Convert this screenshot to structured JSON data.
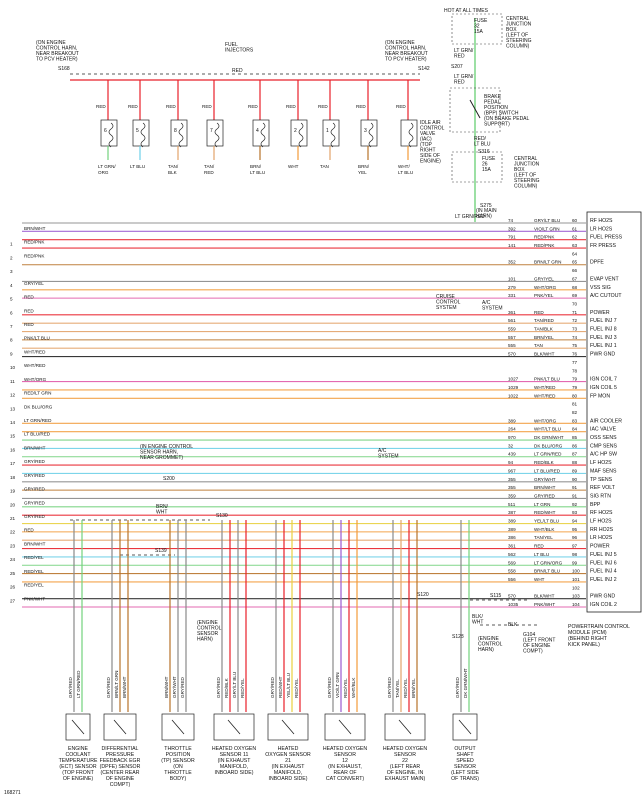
{
  "header": {
    "hot_at_all_times": "HOT AT ALL TIMES",
    "fuse_32": [
      "FUSE",
      "32",
      "15A"
    ],
    "cjb_top": [
      "CENTRAL",
      "JUNCTION",
      "BOX",
      "(LEFT OF",
      "STEERING",
      "COLUMN)"
    ],
    "bpp_switch": [
      "BRAKE",
      "PEDAL",
      "POSITION",
      "(BPP) SWITCH",
      "(ON BRAKE PEDAL",
      "SUPPORT)"
    ],
    "fuse_26": [
      "FUSE",
      "26",
      "15A"
    ],
    "cjb_mid": [
      "CENTRAL",
      "JUNCTION",
      "BOX",
      "(LEFT OF",
      "STEERING",
      "COLUMN)"
    ],
    "fuel_injectors": [
      "FUEL",
      "INJECTORS"
    ],
    "engine_harn_left": [
      "(ON ENGINE",
      "CONTROL HARN,",
      "NEAR BREAKOUT",
      "TO PCV HEATER)"
    ],
    "engine_harn_right": [
      "(ON ENGINE",
      "CONTROL HARN,",
      "NEAR BREAKOUT",
      "TO PCV HEATER)"
    ],
    "iac_valve": [
      "IDLE AIR",
      "CONTROL",
      "VALVE",
      "(IAC)",
      "(TOP",
      "RIGHT",
      "SIDE OF",
      "ENGINE)"
    ],
    "in_main_harn": [
      "(IN MAIN",
      "HARN)"
    ],
    "cruise_control": [
      "CRUISE",
      "CONTROL",
      "SYSTEM"
    ],
    "ac_system": [
      "A/C",
      "SYSTEM"
    ],
    "ac_system_2": [
      "A/C",
      "SYSTEM"
    ],
    "engine_harn_mid": [
      "(IN ENGINE CONTROL",
      "SENSOR HARN,",
      "NEAR GROMMET)"
    ],
    "engine_control_sensor_harn": [
      "(ENGINE",
      "CONTROL",
      "SENSOR",
      "HARN)"
    ],
    "engine_control_harn": [
      "(ENGINE",
      "CONTROL",
      "HARN)"
    ],
    "g104": [
      "G104",
      "(LEFT FRONT",
      "OF ENGINE",
      "COMPT)"
    ],
    "footer": "168271"
  },
  "splices": {
    "s168": "S168",
    "s142": "S142",
    "s207": "S207",
    "s316": "S316",
    "s275": "S275",
    "s200": "S200",
    "s130": "S130",
    "s139": "S139",
    "s115": "S115",
    "s120": "S120",
    "s128": "S128"
  },
  "top_labels": {
    "red": "RED",
    "lt_grn_red": [
      "LT GRN/",
      "RED"
    ],
    "red_lt_blu": [
      "RED/",
      "LT BLU"
    ],
    "lt_grn_red_2": "LT GRN/RED",
    "blk": "BLK",
    "blk_wht": [
      "BLK/",
      "WHT"
    ],
    "brn_wht": [
      "BRN/",
      "WHT"
    ]
  },
  "injectors": [
    {
      "num": "6",
      "wire": "LT GRN/\nORG"
    },
    {
      "num": "5",
      "wire": "LT BLU"
    },
    {
      "num": "8",
      "wire": "TAN/\nBLK"
    },
    {
      "num": "7",
      "wire": "TAN/\nRED"
    },
    {
      "num": "4",
      "wire": "BRN/\nLT BLU"
    },
    {
      "num": "2",
      "wire": "WHT"
    },
    {
      "num": "1",
      "wire": "TAN"
    },
    {
      "num": "3",
      "wire": "BRN/\nYEL"
    },
    {
      "num": "",
      "wire": "WHT/\nLT BLU"
    }
  ],
  "left_wires": [
    {
      "num": "",
      "label": "BRN/WHT"
    },
    {
      "num": "1",
      "label": "RED/PNK"
    },
    {
      "num": "2",
      "label": "RED/PNK"
    },
    {
      "num": "3",
      "label": ""
    },
    {
      "num": "4",
      "label": "GRY/YEL"
    },
    {
      "num": "5",
      "label": "RED"
    },
    {
      "num": "6",
      "label": "RED"
    },
    {
      "num": "7",
      "label": "RED"
    },
    {
      "num": "8",
      "label": "PNK/LT BLU"
    },
    {
      "num": "9",
      "label": "WHT/RED"
    },
    {
      "num": "10",
      "label": "WHT/RED"
    },
    {
      "num": "11",
      "label": "WHT/ORG"
    },
    {
      "num": "12",
      "label": "RED/LT GRN"
    },
    {
      "num": "13",
      "label": "DK BLU/ORG"
    },
    {
      "num": "14",
      "label": "LT GRN/RED"
    },
    {
      "num": "15",
      "label": "LT BLU/RED"
    },
    {
      "num": "16",
      "label": "BRN/WHT"
    },
    {
      "num": "17",
      "label": "GRY/RED"
    },
    {
      "num": "18",
      "label": "GRY/RED"
    },
    {
      "num": "19",
      "label": "GRY/RED"
    },
    {
      "num": "20",
      "label": "GRY/RED"
    },
    {
      "num": "21",
      "label": "GRY/RED"
    },
    {
      "num": "22",
      "label": "RED"
    },
    {
      "num": "23",
      "label": "BRN/WHT"
    },
    {
      "num": "24",
      "label": "RED/YEL"
    },
    {
      "num": "25",
      "label": "RED/YEL"
    },
    {
      "num": "26",
      "label": "RED/YEL"
    },
    {
      "num": "27",
      "label": "PNK/WHT"
    }
  ],
  "pcm_pins": [
    {
      "circuit": "74",
      "wire": "GRY/LT BLU",
      "pin": "60",
      "func": "RF HO2S"
    },
    {
      "circuit": "392",
      "wire": "VIO/LT GRN",
      "pin": "61",
      "func": "LR HO2S"
    },
    {
      "circuit": "791",
      "wire": "RED/PNK",
      "pin": "62",
      "func": "FUEL PRESS"
    },
    {
      "circuit": "141",
      "wire": "RED/PNK",
      "pin": "63",
      "func": "FR PRESS"
    },
    {
      "circuit": "",
      "wire": "",
      "pin": "64",
      "func": ""
    },
    {
      "circuit": "352",
      "wire": "BRN/LT GRN",
      "pin": "65",
      "func": "DPFE"
    },
    {
      "circuit": "",
      "wire": "",
      "pin": "66",
      "func": ""
    },
    {
      "circuit": "101",
      "wire": "GRY/YEL",
      "pin": "67",
      "func": "EVAP VENT"
    },
    {
      "circuit": "279",
      "wire": "WHT/ORG",
      "pin": "68",
      "func": "VSS SIG"
    },
    {
      "circuit": "331",
      "wire": "PNK/YEL",
      "pin": "69",
      "func": "A/C CUTOUT"
    },
    {
      "circuit": "",
      "wire": "",
      "pin": "70",
      "func": ""
    },
    {
      "circuit": "361",
      "wire": "RED",
      "pin": "71",
      "func": "POWER"
    },
    {
      "circuit": "561",
      "wire": "TAN/RED",
      "pin": "72",
      "func": "FUEL INJ 7"
    },
    {
      "circuit": "559",
      "wire": "TAN/BLK",
      "pin": "73",
      "func": "FUEL INJ 8"
    },
    {
      "circuit": "557",
      "wire": "BRN/YEL",
      "pin": "74",
      "func": "FUEL INJ 3"
    },
    {
      "circuit": "555",
      "wire": "TAN",
      "pin": "75",
      "func": "FUEL INJ 1"
    },
    {
      "circuit": "570",
      "wire": "BLK/WHT",
      "pin": "76",
      "func": "PWR GND"
    },
    {
      "circuit": "",
      "wire": "",
      "pin": "77",
      "func": ""
    },
    {
      "circuit": "",
      "wire": "",
      "pin": "78",
      "func": ""
    },
    {
      "circuit": "1027",
      "wire": "PNK/LT BLU",
      "pin": "79",
      "func": "IGN COIL 7"
    },
    {
      "circuit": "1029",
      "wire": "WHT/RED",
      "pin": "79",
      "func": "IGN COIL 5"
    },
    {
      "circuit": "1022",
      "wire": "WHT/RED",
      "pin": "80",
      "func": "FP MON"
    },
    {
      "circuit": "",
      "wire": "",
      "pin": "81",
      "func": ""
    },
    {
      "circuit": "",
      "wire": "",
      "pin": "82",
      "func": ""
    },
    {
      "circuit": "389",
      "wire": "WHT/ORG",
      "pin": "83",
      "func": "AIR COOLER"
    },
    {
      "circuit": "264",
      "wire": "WHT/LT BLU",
      "pin": "84",
      "func": "IAC VALVE"
    },
    {
      "circuit": "970",
      "wire": "DK GRN/WHT",
      "pin": "85",
      "func": "OSS SENS"
    },
    {
      "circuit": "32",
      "wire": "DK BLU/ORG",
      "pin": "86",
      "func": "CMP SENS"
    },
    {
      "circuit": "439",
      "wire": "LT GRN/RED",
      "pin": "87",
      "func": "A/C HP SW"
    },
    {
      "circuit": "94",
      "wire": "RED/BLK",
      "pin": "88",
      "func": "LF HO2S"
    },
    {
      "circuit": "967",
      "wire": "LT BLU/RED",
      "pin": "89",
      "func": "MAF SENS"
    },
    {
      "circuit": "355",
      "wire": "GRY/WHT",
      "pin": "90",
      "func": "TP SENS"
    },
    {
      "circuit": "355",
      "wire": "BRN/WHT",
      "pin": "91",
      "func": "REF VOLT"
    },
    {
      "circuit": "359",
      "wire": "GRY/RED",
      "pin": "91",
      "func": "SIG RTN"
    },
    {
      "circuit": "511",
      "wire": "LT GRN",
      "pin": "92",
      "func": "BPP"
    },
    {
      "circuit": "387",
      "wire": "RED/WHT",
      "pin": "93",
      "func": "RF HO2S"
    },
    {
      "circuit": "389",
      "wire": "YEL/LT BLU",
      "pin": "94",
      "func": "LF HO2S"
    },
    {
      "circuit": "389",
      "wire": "WHT/BLK",
      "pin": "95",
      "func": "RR HO2S"
    },
    {
      "circuit": "386",
      "wire": "TAN/YEL",
      "pin": "96",
      "func": "LR HO2S"
    },
    {
      "circuit": "361",
      "wire": "RED",
      "pin": "97",
      "func": "POWER"
    },
    {
      "circuit": "562",
      "wire": "LT BLU",
      "pin": "98",
      "func": "FUEL INJ 5"
    },
    {
      "circuit": "569",
      "wire": "LT GRN/ORG",
      "pin": "99",
      "func": "FUEL INJ 6"
    },
    {
      "circuit": "558",
      "wire": "BRN/LT BLU",
      "pin": "100",
      "func": "FUEL INJ 4"
    },
    {
      "circuit": "556",
      "wire": "WHT",
      "pin": "101",
      "func": "FUEL INJ 2"
    },
    {
      "circuit": "",
      "wire": "",
      "pin": "102",
      "func": ""
    },
    {
      "circuit": "570",
      "wire": "BLK/WHT",
      "pin": "103",
      "func": "PWR GND"
    },
    {
      "circuit": "1035",
      "wire": "PNK/WHT",
      "pin": "104",
      "func": "IGN COIL 2"
    }
  ],
  "pcm_title": [
    "POWERTRAIN CONTROL",
    "MODULE (PCM)",
    "(BEHIND RIGHT",
    "KICK PANEL)"
  ],
  "sensors": [
    {
      "name": [
        "ENGINE",
        "COOLANT",
        "TEMPERATURE",
        "(ECT) SENSOR",
        "(TOP FRONT",
        "OF ENGINE)"
      ],
      "wires": [
        "GRY/RED",
        "LT GRN/RED"
      ]
    },
    {
      "name": [
        "DIFFERENTIAL",
        "PRESSURE",
        "FEEDBACK EGR",
        "(DPFE) SENSOR",
        "(CENTER REAR",
        "OF ENGINE",
        "COMPT)"
      ],
      "wires": [
        "GRY/RED",
        "BRN/LT GRN",
        "BRN/WHT"
      ]
    },
    {
      "name": [
        "THROTTLE",
        "POSITION",
        "(TP) SENSOR",
        "(ON",
        "THROTTLE",
        "BODY)"
      ],
      "wires": [
        "BRN/WHT",
        "GRY/WHT",
        "GRY/RED"
      ]
    },
    {
      "name": [
        "HEATED OXYGEN",
        "SENSOR 11",
        "(IN EXHAUST",
        "MANIFOLD,",
        "INBOARD SIDE)"
      ],
      "wires": [
        "GRY/RED",
        "RED/BLK",
        "GRY/LT BLU",
        "RED/YEL"
      ]
    },
    {
      "name": [
        "HEATED",
        "OXYGEN SENSOR",
        "21",
        "(IN EXHAUST",
        "MANIFOLD,",
        "INBOARD SIDE)"
      ],
      "wires": [
        "GRY/RED",
        "RED/WHT",
        "YEL/LT BLU",
        "RED/YEL"
      ]
    },
    {
      "name": [
        "HEATED OXYGEN",
        "SENSOR",
        "12",
        "(IN EXHAUST,",
        "REAR OF",
        "CAT CONVERT)"
      ],
      "wires": [
        "GRY/RED",
        "VIO/LT GRN",
        "RED/YEL",
        "WHT/BLK"
      ]
    },
    {
      "name": [
        "HEATED OXYGEN",
        "SENSOR",
        "22",
        "(LEFT REAR",
        "OF ENGINE, IN",
        "EXHAUST MAIN)"
      ],
      "wires": [
        "GRY/RED",
        "TAN/YEL",
        "RED/YEL",
        "BRN/YEL"
      ]
    },
    {
      "name": [
        "OUTPUT",
        "SHAFT",
        "SPEED",
        "SENSOR",
        "(LEFT SIDE",
        "OF TRANS)"
      ],
      "wires": [
        "GRY/RED",
        "DK GRN/WHT"
      ]
    }
  ],
  "colors": {
    "red": "#e8202a",
    "brown": "#b8732a",
    "grayyel": "#c9b84a",
    "pink": "#e05aa8",
    "ltgreen": "#73d27d",
    "ltblue": "#6fd0e8",
    "tan": "#e2a36a",
    "gray": "#8a8a8a",
    "orange": "#f29b3a",
    "violet": "#9b59d0",
    "yellow": "#e8d040",
    "black": "#222222"
  }
}
